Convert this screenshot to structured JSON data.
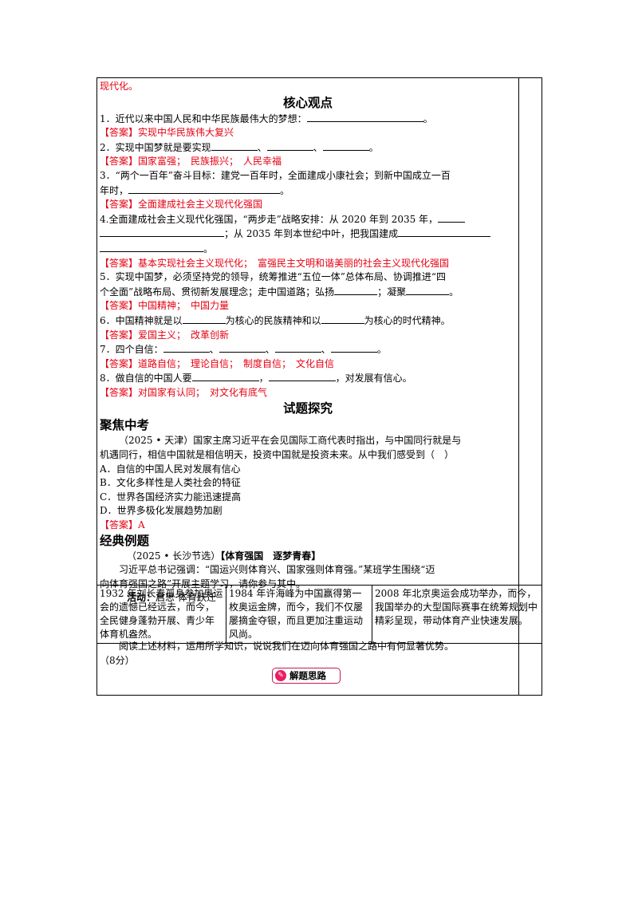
{
  "intro_tail": "现代化。",
  "core": {
    "title": "核心观点",
    "q1": "1．近代以来中国人民和中华民族最伟大的梦想：",
    "q1_end": "。",
    "a1_tag": "【答案】",
    "a1": "实现中华民族伟大复兴",
    "q2": "2．实现中国梦就是要实现",
    "q2_sep": "、",
    "q2_end": "。",
    "a2_tag": "【答案】",
    "a2": "国家富强；　民族振兴；　人民幸福",
    "q3a": "3．“两个一百年”奋斗目标：建党一百年时，全面建成小康社会；到新中国成立一百",
    "q3b": "年时，",
    "q3_end": "。",
    "a3_tag": "【答案】",
    "a3": "全面建成社会主义现代化强国",
    "q4a": "4.全面建成社会主义现代化强国，“两步走”战略安排：从 2020 年到 2035 年，",
    "q4b_mid": "；从 2035 年到本世纪中叶，把我国建成",
    "q4_end": "。",
    "a4_tag": "【答案】",
    "a4": "基本实现社会主义现代化；　富强民主文明和谐美丽的社会主义现代化强国",
    "q5a": "5．实现中国梦，必须坚持党的领导，统筹推进“五位一体”总体布局、协调推进“四",
    "q5b": "个全面”战略布局、贯彻新发展理念；走中国道路；弘扬",
    "q5b_mid": "；凝聚",
    "q5_end": "。",
    "a5_tag": "【答案】",
    "a5": "中国精神；　中国力量",
    "q6": "6．中国精神就是以",
    "q6_mid": "为核心的民族精神和以",
    "q6_end": "为核心的时代精神。",
    "a6_tag": "【答案】",
    "a6": "爱国主义；　改革创新",
    "q7": "7．四个自信：",
    "q7_sep": "、",
    "q7_end": "。",
    "a7_tag": "【答案】",
    "a7": "道路自信；　理论自信；　制度自信；　文化自信",
    "q8": "8．做自信的中国人要",
    "q8_sep": "，",
    "q8_end": "，对发展有信心。",
    "a8_tag": "【答案】",
    "a8": "对国家有认同；　对文化有底气"
  },
  "explore": {
    "title": "试题探究",
    "focus_title": "聚焦中考",
    "stem1": "（2025 • 天津）国家主席习近平在会见国际工商代表时指出，与中国同行就是与",
    "stem2": "机遇同行，相信中国就是相信明天，投资中国就是投资未来。从中我们感受到（　）",
    "opt_a": "A．自信的中国人民对发展有信心",
    "opt_b": "B．文化多样性是人类社会的特征",
    "opt_c": "C．世界各国经济实力能迅速提高",
    "opt_d": "D．世界多极化发展趋势加剧",
    "ans_tag": "【答案】",
    "ans": "A",
    "classic_title": "经典例题",
    "src": "（2025 • 长沙节选）",
    "theme": "【体育强国　逐梦青春】",
    "intro1": "习近平总书记强调：“国运兴则体育兴、国家强则体育强。”某班学生围绕“迈",
    "intro2": "向体育强国之路”开展主题学习，请你参与其中。",
    "activity_label": "活动：",
    "activity_text": "启思·体育跃迁",
    "cells": [
      "1932 年刘长春孤身参加奥运会的遗憾已经远去，而今，全民健身蓬勃开展、青少年体育机盎然。",
      "1984 年许海峰为中国赢得第一枚奥运金牌，而今，我们不仅屡屡摘金夺银，而且更加注重运动风尚。",
      "2008 年北京奥运会成功举办，而今，我国举办的大型国际赛事在统筹规划中精彩呈现，带动体育产业快速发展。"
    ],
    "question1": "阅读上述材料，运用所学知识，说说我们在迈向体育强国之路中有何显著优势。",
    "question2": "（8分）",
    "tip_label": "解题思路",
    "tip_icon": "lock-book-icon"
  }
}
